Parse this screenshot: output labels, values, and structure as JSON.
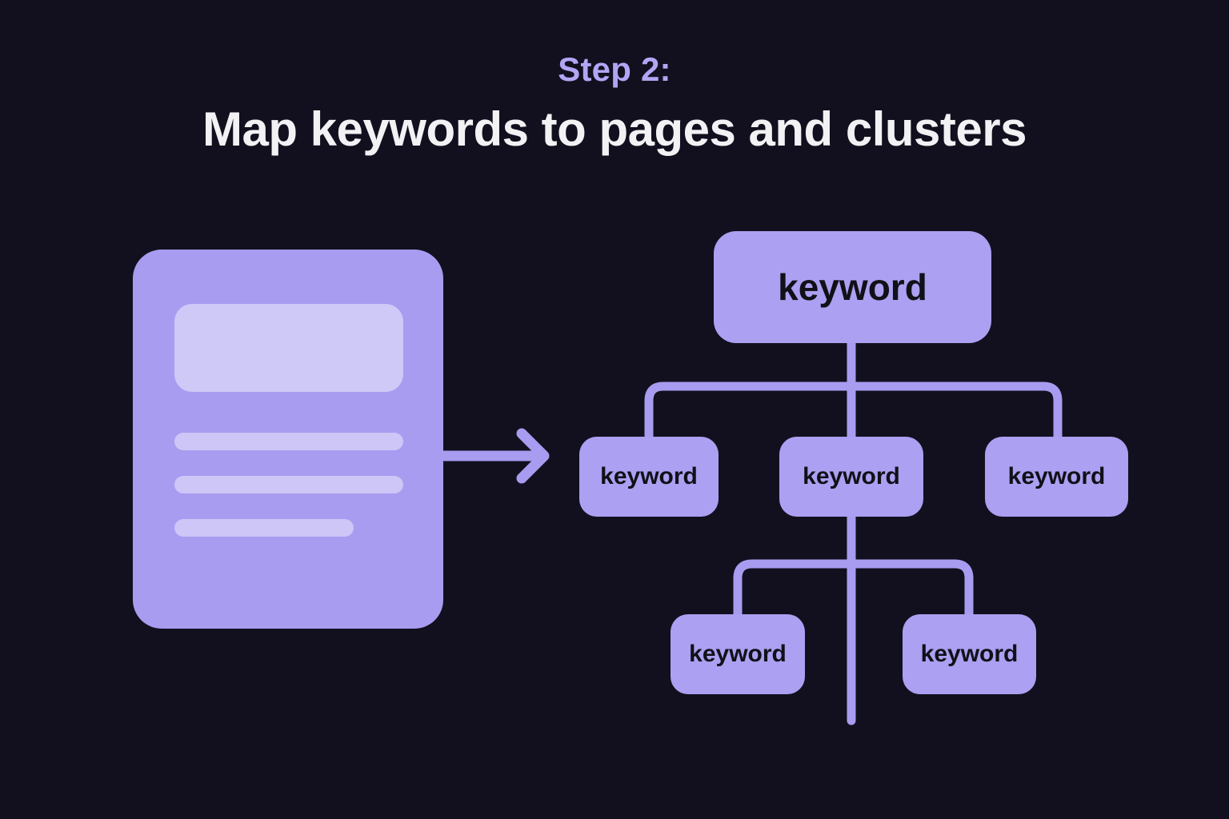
{
  "background_color": "#12101e",
  "accent_color": "#b3a5f5",
  "node_color": "#aba0f1",
  "node_text_color": "#111018",
  "title_color": "#f2f2f5",
  "card_color": "#a79cf0",
  "card_inner_color": "#cfc9f8",
  "heading": {
    "eyebrow": "Step 2:",
    "title": "Map keywords to pages and clusters"
  },
  "document": {
    "name": "page-document",
    "header_block": "",
    "lines": [
      "",
      "",
      ""
    ]
  },
  "arrow": {
    "icon": "arrow-right-icon",
    "direction": "right"
  },
  "tree": {
    "root": {
      "label": "keyword"
    },
    "children": [
      {
        "label": "keyword"
      },
      {
        "label": "keyword"
      },
      {
        "label": "keyword"
      }
    ],
    "grandchildren": [
      {
        "label": "keyword"
      },
      {
        "label": "keyword"
      }
    ]
  }
}
